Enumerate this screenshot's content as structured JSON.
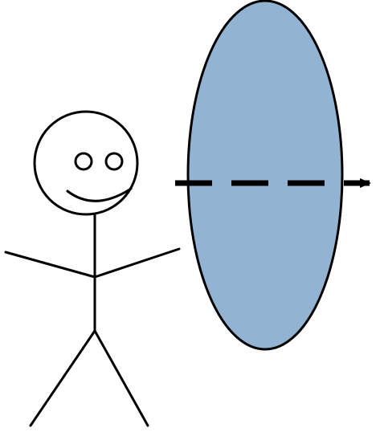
{
  "colors": {
    "background": "#ffffff",
    "lens_fill": "#93b3d2",
    "outline": "#000000"
  },
  "figure": {
    "elements": [
      "stick-figure",
      "ellipse",
      "dashed-arrow"
    ]
  }
}
